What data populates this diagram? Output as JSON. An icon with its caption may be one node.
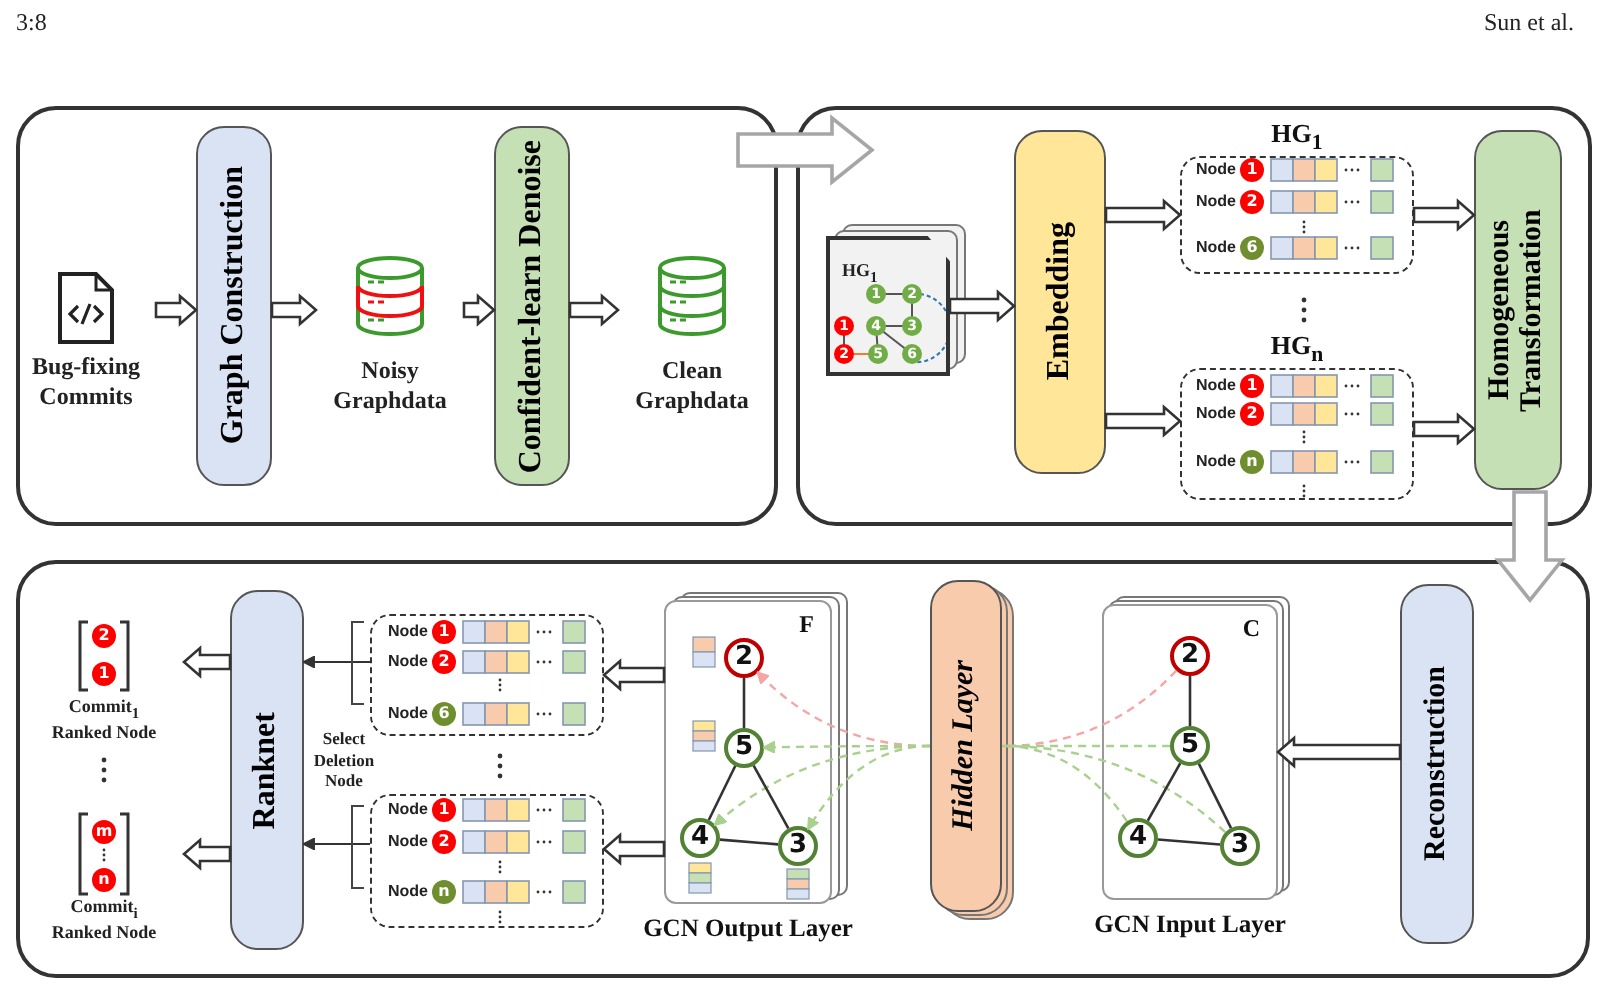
{
  "diagram": {
    "nodes": [
      {
        "text": [],
        "shape": "box"
      },
      {
        "text": [
          "Bug-fixing Commits"
        ],
        "in": 0
      },
      {
        "text": [
          "Graph Construction"
        ],
        "in": 0
      },
      {
        "text": [
          "Noisy Graphdata"
        ],
        "in": 0
      },
      {
        "text": [
          "Confident-learn Denoise"
        ],
        "in": 0
      },
      {
        "text": [
          "Clean Graphdata"
        ],
        "in": 0
      },
      {
        "text": [],
        "shape": "box"
      },
      {
        "text": [
          "HG$_{1}$"
        ],
        "in": 6
      },
      {
        "text": [
          "Embedding"
        ],
        "in": 6
      },
      {
        "text": [
          "HG$_{1}$"
        ],
        "in": 6
      },
      {
        "text": [
          "1"
        ],
        "beside": [
          "Node"
        ],
        "in": 9
      },
      {
        "text": [
          "2"
        ],
        "beside": [
          "Node"
        ],
        "in": 9
      },
      {
        "text": [
          "6"
        ],
        "beside": [
          "Node"
        ],
        "in": 9
      },
      {
        "text": [
          "HG$_{n}$"
        ],
        "in": 6
      },
      {
        "text": [
          "1"
        ],
        "beside": [
          "Node"
        ],
        "in": 13
      },
      {
        "text": [
          "2"
        ],
        "beside": [
          "Node"
        ],
        "in": 13
      },
      {
        "text": [
          "n"
        ],
        "beside": [
          "Node"
        ],
        "in": 13
      },
      {
        "text": [
          "Homogeneous Transformation"
        ],
        "in": 6
      },
      {
        "text": [],
        "shape": "box"
      },
      {
        "text": [
          "Reconstruction"
        ],
        "in": 18
      },
      {
        "text": [
          "C",
          "GCN Input Layer"
        ],
        "in": 18
      },
      {
        "text": [
          "2"
        ],
        "in": 20
      },
      {
        "text": [
          "5"
        ],
        "in": 20
      },
      {
        "text": [
          "4"
        ],
        "in": 20
      },
      {
        "text": [
          "3"
        ],
        "in": 20
      },
      {
        "text": [
          "Hidden Layer"
        ],
        "in": 18
      },
      {
        "text": [
          "F",
          "GCN Output Layer"
        ],
        "in": 18
      },
      {
        "text": [
          "2"
        ],
        "in": 26
      },
      {
        "text": [
          "5"
        ],
        "in": 26
      },
      {
        "text": [
          "4"
        ],
        "in": 26
      },
      {
        "text": [
          "3"
        ],
        "in": 26
      },
      {
        "text": [],
        "shape": "box",
        "in": 18
      },
      {
        "text": [
          "1"
        ],
        "beside": [
          "Node"
        ],
        "in": 31
      },
      {
        "text": [
          "2"
        ],
        "beside": [
          "Node"
        ],
        "in": 31
      },
      {
        "text": [
          "6"
        ],
        "beside": [
          "Node"
        ],
        "in": 31
      },
      {
        "text": [],
        "shape": "box",
        "in": 18
      },
      {
        "text": [
          "1"
        ],
        "beside": [
          "Node"
        ],
        "in": 35
      },
      {
        "text": [
          "2"
        ],
        "beside": [
          "Node"
        ],
        "in": 35
      },
      {
        "text": [
          "n"
        ],
        "beside": [
          "Node"
        ],
        "in": 35
      },
      {
        "text": [
          "Ranknet"
        ],
        "in": 18
      },
      {
        "text": [
          "Commit$_{1}$ Ranked Node"
        ],
        "in": 18
      },
      {
        "text": [
          "2"
        ],
        "in": 40
      },
      {
        "text": [
          "1"
        ],
        "in": 40
      },
      {
        "text": [
          "Commit$_{i}$ Ranked Node"
        ],
        "in": 18
      },
      {
        "text": [
          "m"
        ],
        "in": 43
      },
      {
        "text": [
          "n"
        ],
        "in": 43
      }
    ],
    "edges": [
      {
        "from": 1,
        "to": 2,
        "arrow": "to"
      },
      {
        "from": 2,
        "to": 3,
        "arrow": "to"
      },
      {
        "from": 3,
        "to": 4,
        "arrow": "to"
      },
      {
        "from": 4,
        "to": 5,
        "arrow": "to"
      },
      {
        "from": 0,
        "to": 6,
        "arrow": "to",
        "color": "#a6a6a6"
      },
      {
        "from": 7,
        "to": 8,
        "arrow": "to"
      },
      {
        "from": 8,
        "to": 9,
        "arrow": "to"
      },
      {
        "from": 8,
        "to": 13,
        "arrow": "to"
      },
      {
        "from": 9,
        "to": 17,
        "arrow": "to"
      },
      {
        "from": 13,
        "to": 17,
        "arrow": "to"
      },
      {
        "from": 6,
        "to": 18,
        "arrow": "to",
        "color": "#a6a6a6"
      },
      {
        "from": 19,
        "to": 20,
        "arrow": "to"
      },
      {
        "from": 21,
        "to": 25,
        "arrow": "none",
        "style": "dashed",
        "color": "#f4a6a6"
      },
      {
        "from": 22,
        "to": 25,
        "arrow": "none",
        "style": "dashed",
        "color": "#a9d18e"
      },
      {
        "from": 23,
        "to": 25,
        "arrow": "none",
        "style": "dashed",
        "color": "#a9d18e"
      },
      {
        "from": 24,
        "to": 25,
        "arrow": "none",
        "style": "dashed",
        "color": "#a9d18e"
      },
      {
        "from": 25,
        "to": 27,
        "arrow": "to",
        "style": "dashed",
        "color": "#f4a6a6"
      },
      {
        "from": 25,
        "to": 28,
        "arrow": "to",
        "style": "dashed",
        "color": "#a9d18e"
      },
      {
        "from": 25,
        "to": 29,
        "arrow": "to",
        "style": "dashed",
        "color": "#a9d18e"
      },
      {
        "from": 25,
        "to": 30,
        "arrow": "to",
        "style": "dashed",
        "color": "#a9d18e"
      },
      {
        "from": 26,
        "to": 31,
        "arrow": "to"
      },
      {
        "from": 26,
        "to": 35,
        "arrow": "to"
      },
      {
        "from": 31,
        "to": 39,
        "arrow": "to"
      },
      {
        "from": 35,
        "to": 39,
        "arrow": "to"
      },
      {
        "from": 39,
        "to": 40,
        "arrow": "to"
      },
      {
        "from": 39,
        "to": 43,
        "arrow": "to"
      },
      {
        "from": 21,
        "to": 22,
        "arrow": "none"
      },
      {
        "from": 22,
        "to": 23,
        "arrow": "none"
      },
      {
        "from": 22,
        "to": 24,
        "arrow": "none"
      },
      {
        "from": 23,
        "to": 24,
        "arrow": "none"
      },
      {
        "from": 27,
        "to": 28,
        "arrow": "none"
      },
      {
        "from": 28,
        "to": 29,
        "arrow": "none"
      },
      {
        "from": 28,
        "to": 30,
        "arrow": "none"
      },
      {
        "from": 29,
        "to": 30,
        "arrow": "none"
      }
    ],
    "labels": [
      "3:8",
      "Sun et al.",
      "1",
      "2",
      "1",
      "4",
      "3",
      "2",
      "5",
      "6",
      "Select Deletion Node"
    ]
  }
}
